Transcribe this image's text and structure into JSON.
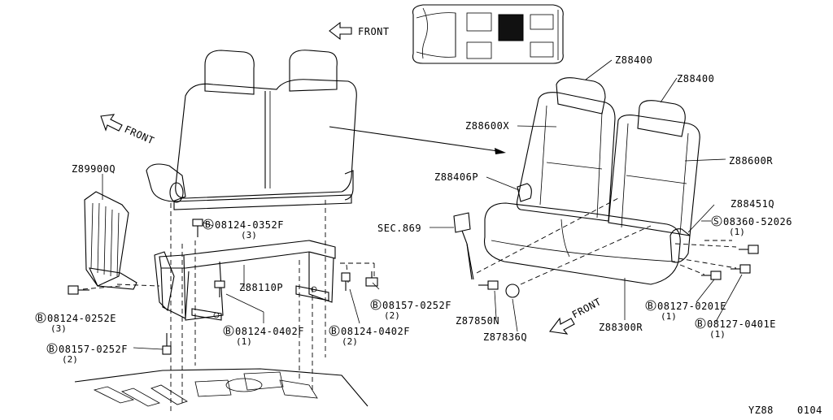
{
  "front_labels": [
    "FRONT",
    "FRONT",
    "FRONT"
  ],
  "callouts": {
    "z88400_a": "Z88400",
    "z88400_b": "Z88400",
    "z88600x": "Z88600X",
    "z88600r": "Z88600R",
    "z88406p": "Z88406P",
    "z88451q": "Z88451Q",
    "z89900q": "Z89900Q",
    "z88110p": "Z88110P",
    "z87850n": "Z87850N",
    "z87836q": "Z87836Q",
    "z88300r": "Z88300R",
    "sec869": "SEC.869"
  },
  "bolts": [
    {
      "code": "08124-0352F",
      "qty": "(3)"
    },
    {
      "code": "08124-0252E",
      "qty": "(3)"
    },
    {
      "code": "08157-0252F",
      "qty": "(2)"
    },
    {
      "code": "08124-0402F",
      "qty": "(1)"
    },
    {
      "code": "08124-0402F",
      "qty": "(2)"
    },
    {
      "code": "08157-0252F",
      "qty": "(2)"
    },
    {
      "code": "08360-52026",
      "qty": "(1)"
    },
    {
      "code": "08127-0201E",
      "qty": "(1)"
    },
    {
      "code": "08127-0401E",
      "qty": "(1)"
    }
  ],
  "bolt_prefix_symbols": [
    "B",
    "B",
    "B",
    "B",
    "B",
    "B",
    "S",
    "B",
    "B"
  ],
  "footer": {
    "code": "YZ88",
    "page": "0104"
  },
  "icons": [
    "front-arrow-icon",
    "vehicle-top-view-icon",
    "bolt-icon",
    "clip-icon"
  ]
}
